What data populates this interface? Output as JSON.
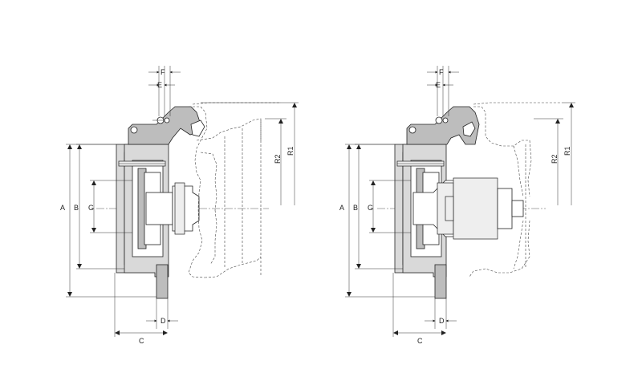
{
  "diagrams": [
    {
      "labels": {
        "F": "F",
        "E": "E",
        "A": "A",
        "B": "B",
        "G": "G",
        "R2": "R2",
        "R1": "R1",
        "C": "C",
        "D": "D"
      }
    },
    {
      "labels": {
        "F": "F",
        "E": "E",
        "A": "A",
        "B": "B",
        "G": "G",
        "R2": "R2",
        "R1": "R1",
        "C": "C",
        "D": "D"
      }
    }
  ]
}
